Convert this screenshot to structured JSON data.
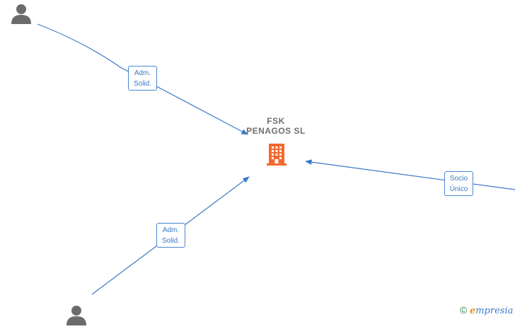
{
  "company": {
    "name_line1": "FSK",
    "name_line2": "PENAGOS  SL",
    "icon": "building-icon",
    "icon_color": "#f26a2e"
  },
  "persons": [
    {
      "icon": "person-icon",
      "color": "#6b6b6b"
    },
    {
      "icon": "person-icon",
      "color": "#6b6b6b"
    }
  ],
  "edges": [
    {
      "label_line1": "Adm.",
      "label_line2": "Solid."
    },
    {
      "label_line1": "Adm.",
      "label_line2": "Solid."
    },
    {
      "label_line1": "Socio",
      "label_line2": "Único"
    }
  ],
  "colors": {
    "edge": "#3a78c8"
  },
  "watermark": {
    "copyright": "©",
    "brand_e": "e",
    "brand_rest": "mpresia"
  }
}
